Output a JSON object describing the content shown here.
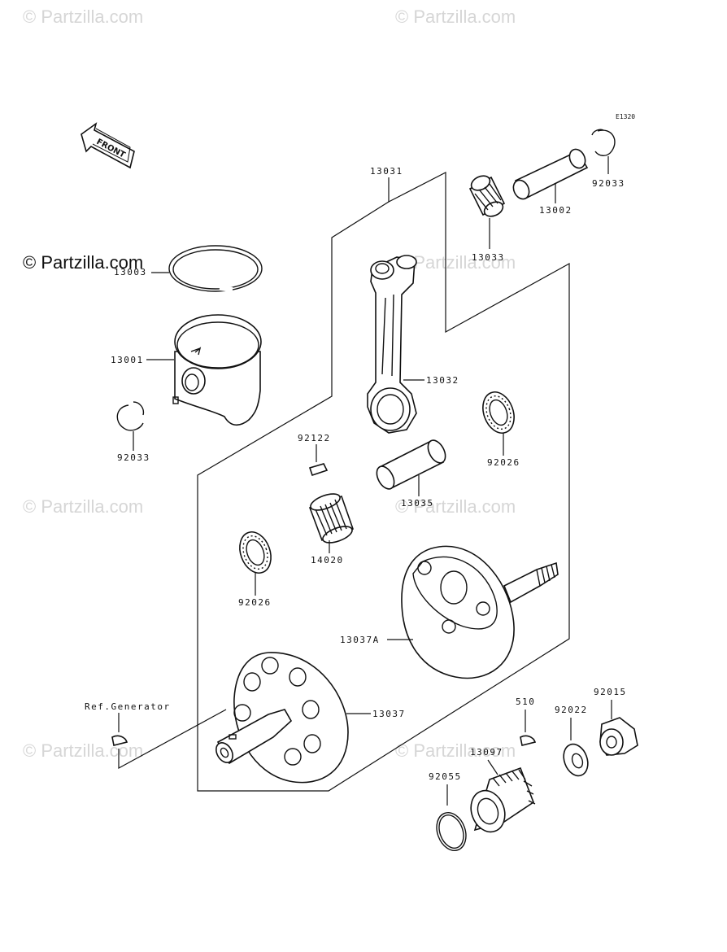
{
  "watermarks": {
    "text": "© Partzilla.com",
    "main": "© Partzilla.com"
  },
  "diagram_code": "E1320",
  "front_label": "FRONT",
  "callouts": {
    "p13031": "13031",
    "p13002": "13002",
    "p92033_top": "92033",
    "p13033": "13033",
    "p13003": "13003",
    "p13001": "13001",
    "p13032": "13032",
    "p92033_left": "92033",
    "p92122": "92122",
    "p92026_right": "92026",
    "p13035": "13035",
    "p14020": "14020",
    "p92026_left": "92026",
    "p13037A": "13037A",
    "p13037": "13037",
    "ref_generator": "Ref.Generator",
    "p510": "510",
    "p92022": "92022",
    "p92015": "92015",
    "p13097": "13097",
    "p92055": "92055"
  }
}
